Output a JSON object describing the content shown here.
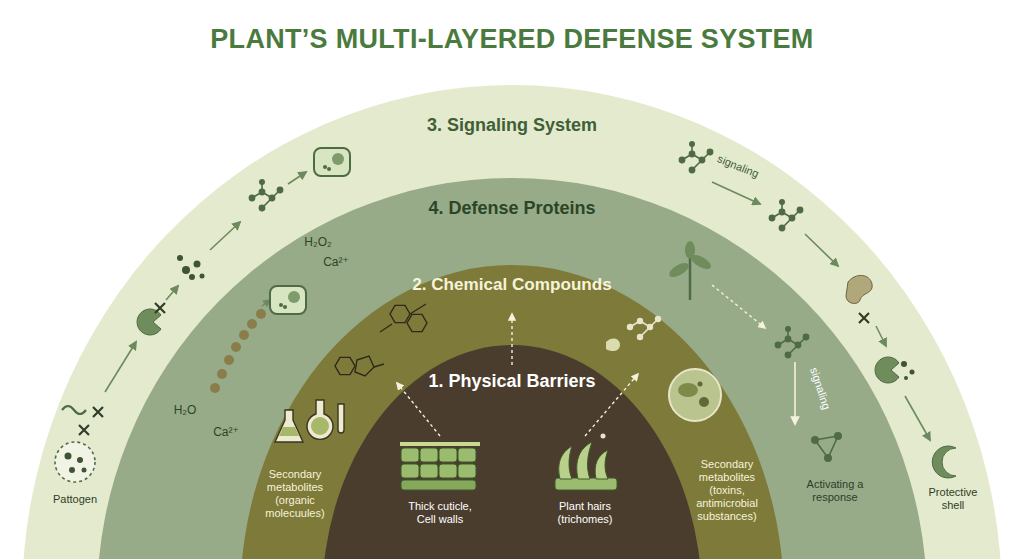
{
  "diagram": {
    "title": "PLANT’S MULTI-LAYERED DEFENSE SYSTEM",
    "nodes": [
      {
        "text": [
          "3. Signaling System"
        ]
      },
      {
        "text": [
          "4. Defense Proteins"
        ],
        "in": 0
      },
      {
        "text": [
          "2. Chemical Compounds"
        ],
        "in": 1
      },
      {
        "text": [
          "1. Physical Barriers"
        ],
        "in": 2
      }
    ],
    "labels": [
      "Pattogen",
      "Secondary metabolites (organic molecuules)",
      "Thick cuticle, Cell walls",
      "Plant hairs (trichomes)",
      "Secondary metabolites (toxins, antimicrobial substances)",
      "Activating a response",
      "Protective shell",
      "H₂O₂",
      "Ca²⁺",
      "H₂O",
      "Ca²⁺",
      "signaling",
      "signaling"
    ]
  }
}
